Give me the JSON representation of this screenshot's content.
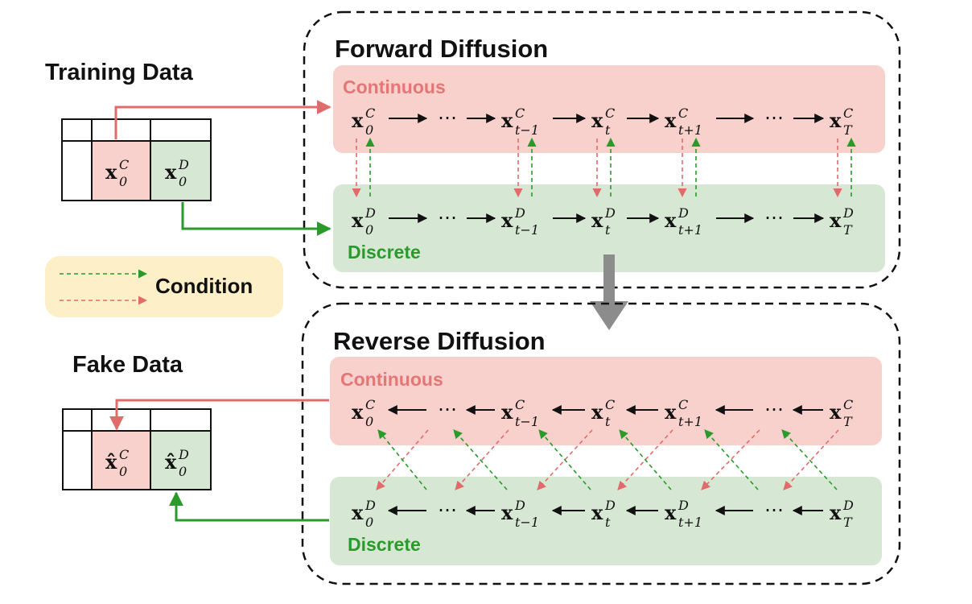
{
  "forward": {
    "title": "Forward Diffusion",
    "continuous_label": "Continuous",
    "discrete_label": "Discrete"
  },
  "reverse": {
    "title": "Reverse Diffusion",
    "continuous_label": "Continuous",
    "discrete_label": "Discrete"
  },
  "training": {
    "title": "Training Data",
    "cells": [
      {
        "base": "x",
        "sub": "0",
        "sup": "C",
        "hat": false
      },
      {
        "base": "x",
        "sub": "0",
        "sup": "D",
        "hat": false
      }
    ]
  },
  "fake": {
    "title": "Fake Data",
    "cells": [
      {
        "base": "x̂",
        "sub": "0",
        "sup": "C",
        "hat": true
      },
      {
        "base": "x̂",
        "sub": "0",
        "sup": "D",
        "hat": true
      }
    ]
  },
  "legend": {
    "label": "Condition"
  },
  "chain_nodes": {
    "continuous": [
      {
        "base": "x",
        "sub": "0",
        "sup": "C"
      },
      {
        "base": "x",
        "sub": "t−1",
        "sup": "C"
      },
      {
        "base": "x",
        "sub": "t",
        "sup": "C"
      },
      {
        "base": "x",
        "sub": "t+1",
        "sup": "C"
      },
      {
        "base": "x",
        "sub": "T",
        "sup": "C"
      }
    ],
    "discrete": [
      {
        "base": "x",
        "sub": "0",
        "sup": "D"
      },
      {
        "base": "x",
        "sub": "t−1",
        "sup": "D"
      },
      {
        "base": "x",
        "sub": "t",
        "sup": "D"
      },
      {
        "base": "x",
        "sub": "t+1",
        "sup": "D"
      },
      {
        "base": "x",
        "sub": "T",
        "sup": "D"
      }
    ],
    "ellipsis": "⋯"
  },
  "colors": {
    "continuous_fill": "#f8d1cc",
    "discrete_fill": "#d6e8d4",
    "legend_fill": "#fdefc8",
    "red_arrow": "#e06b6b",
    "green_arrow": "#2a9a2a",
    "gray_arrow": "#8c8c8c",
    "continuous_text": "#e47676",
    "discrete_text": "#2a9a2a"
  }
}
